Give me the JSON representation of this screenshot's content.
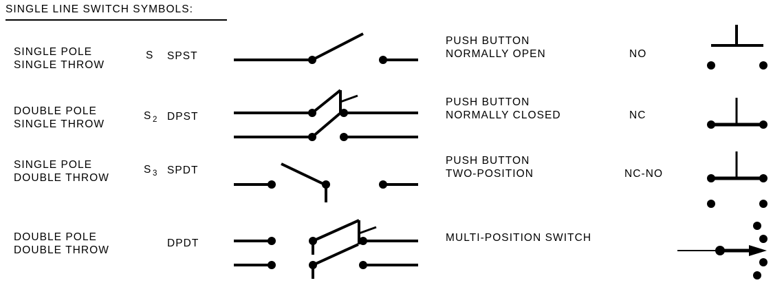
{
  "title": "SINGLE LINE SWITCH SYMBOLS:",
  "colors": {
    "ink": "#000000",
    "paper": "#ffffff"
  },
  "left_column": {
    "rows": [
      {
        "description_line1": "SINGLE POLE",
        "description_line2": "SINGLE THROW",
        "designator_letter": "S",
        "designator_sub": "",
        "abbreviation": "SPST",
        "symbol": "spst-switch-symbol"
      },
      {
        "description_line1": "DOUBLE POLE",
        "description_line2": "SINGLE THROW",
        "designator_letter": "S",
        "designator_sub": "2",
        "abbreviation": "DPST",
        "symbol": "dpst-switch-symbol"
      },
      {
        "description_line1": "SINGLE POLE",
        "description_line2": "DOUBLE THROW",
        "designator_letter": "S",
        "designator_sub": "3",
        "abbreviation": "SPDT",
        "symbol": "spdt-switch-symbol"
      },
      {
        "description_line1": "DOUBLE POLE",
        "description_line2": "DOUBLE THROW",
        "designator_letter": "",
        "designator_sub": "",
        "abbreviation": "DPDT",
        "symbol": "dpdt-switch-symbol"
      }
    ]
  },
  "right_column": {
    "rows": [
      {
        "description_line1": "PUSH BUTTON",
        "description_line2": "NORMALLY OPEN",
        "abbreviation": "NO",
        "symbol": "push-button-normally-open-symbol"
      },
      {
        "description_line1": "PUSH BUTTON",
        "description_line2": "NORMALLY CLOSED",
        "abbreviation": "NC",
        "symbol": "push-button-normally-closed-symbol"
      },
      {
        "description_line1": "PUSH BUTTON",
        "description_line2": "TWO-POSITION",
        "abbreviation": "NC-NO",
        "symbol": "push-button-two-position-symbol"
      },
      {
        "description_line1": "MULTI-POSITION SWITCH",
        "description_line2": "",
        "abbreviation": "",
        "symbol": "multi-position-switch-symbol"
      }
    ]
  }
}
